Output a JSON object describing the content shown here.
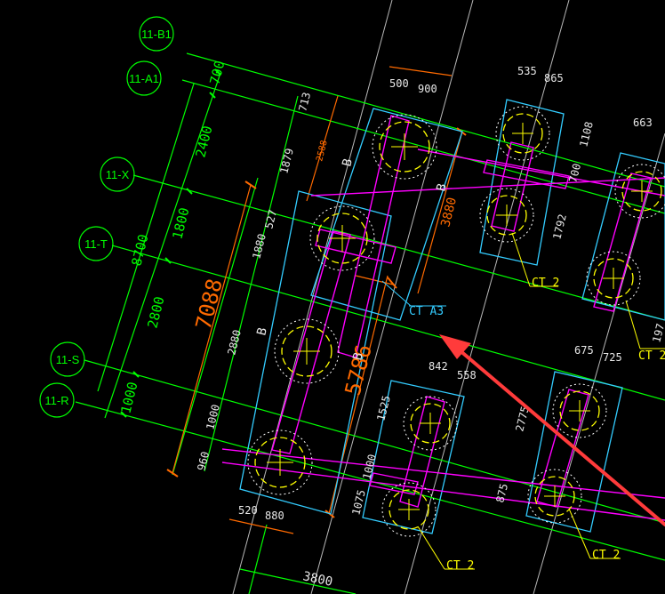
{
  "colors": {
    "background": "#000000",
    "grid": "#00ff00",
    "dimension": "#ff6a00",
    "pile_cap": "#33ccff",
    "beam": "#ff00ff",
    "pile_circle": "#ffff00",
    "label": "#ffff00",
    "pointer": "#ff3b3b",
    "reference": "#c0c0c0"
  },
  "axes": [
    {
      "id": "11-B1",
      "label": "11-B1"
    },
    {
      "id": "11-A1",
      "label": "11-A1"
    },
    {
      "id": "11-X",
      "label": "11-X"
    },
    {
      "id": "11-T",
      "label": "11-T"
    },
    {
      "id": "11-S",
      "label": "11-S"
    },
    {
      "id": "11-R",
      "label": "11-R"
    }
  ],
  "grid_spacings": {
    "a1_x": "700",
    "a1_x_2": "2400",
    "total": "8700",
    "x_t": "1800",
    "t_s": "2800",
    "s_r": "1000"
  },
  "dimensions": {
    "d713": "713",
    "d1879": "1879",
    "d2588": "2588",
    "d527": "527",
    "d1880": "1880",
    "d2880": "2880",
    "d1000": "1000",
    "d960": "960",
    "d7088": "7088",
    "d5786": "5786",
    "d3880": "3880",
    "d500": "500",
    "d900": "900",
    "d535": "535",
    "d865": "865",
    "d1108": "1108",
    "d700": "700",
    "d1792": "1792",
    "d663": "663",
    "d842": "842",
    "d558": "558",
    "d1525": "1525",
    "d1000b": "1000",
    "d1075": "1075",
    "d675": "675",
    "d725": "725",
    "d2775": "2775",
    "d875": "875",
    "d197": "197",
    "d520": "520",
    "d880": "880",
    "d3800": "3800"
  },
  "tags": {
    "b1": "B",
    "b2": "B",
    "b3": "B",
    "b4": "B",
    "ct_a3": "CT A3",
    "ct2_a": "CT 2",
    "ct2_b": "CT 2",
    "ct2_c": "CT 2",
    "ct2_d": "CT 2"
  }
}
